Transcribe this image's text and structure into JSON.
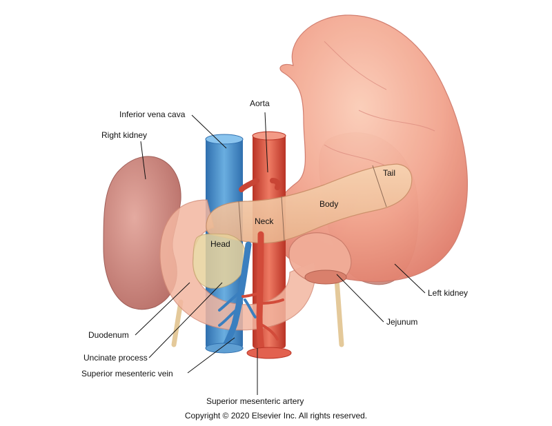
{
  "labels": {
    "inferior_vena_cava": "Inferior vena cava",
    "aorta": "Aorta",
    "right_kidney": "Right kidney",
    "tail": "Tail",
    "body": "Body",
    "neck": "Neck",
    "head": "Head",
    "left_kidney": "Left kidney",
    "duodenum": "Duodenum",
    "jejunum": "Jejunum",
    "uncinate_process": "Uncinate process",
    "superior_mesenteric_vein": "Superior mesenteric vein",
    "superior_mesenteric_artery": "Superior mesenteric artery"
  },
  "copyright": "Copyright © 2020 Elsevier Inc. All rights reserved.",
  "colors": {
    "stomach": "#f0a08c",
    "kidney": "#c9857c",
    "pancreas": "#f3c39c",
    "duodenum": "#f2b49e",
    "vein": "#4a8fc9",
    "artery": "#d9503f",
    "uncinate": "#e8d29c"
  }
}
